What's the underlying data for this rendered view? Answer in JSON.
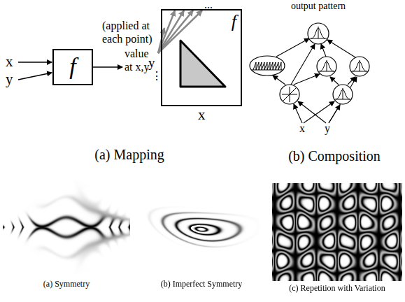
{
  "diagram": {
    "nodes": [
      {
        "text": [
          "f"
        ]
      },
      {
        "text": [
          "f"
        ]
      }
    ],
    "labels": [
      "x",
      "y",
      "(applied at",
      "each point)",
      "value",
      "at x,y",
      "...",
      "⋮",
      "y",
      "x",
      "(a) Mapping",
      "output pattern",
      "x",
      "y",
      "(b) Composition",
      "(a) Symmetry",
      "(b) Imperfect Symmetry",
      "(c) Repetition with Variation"
    ]
  }
}
